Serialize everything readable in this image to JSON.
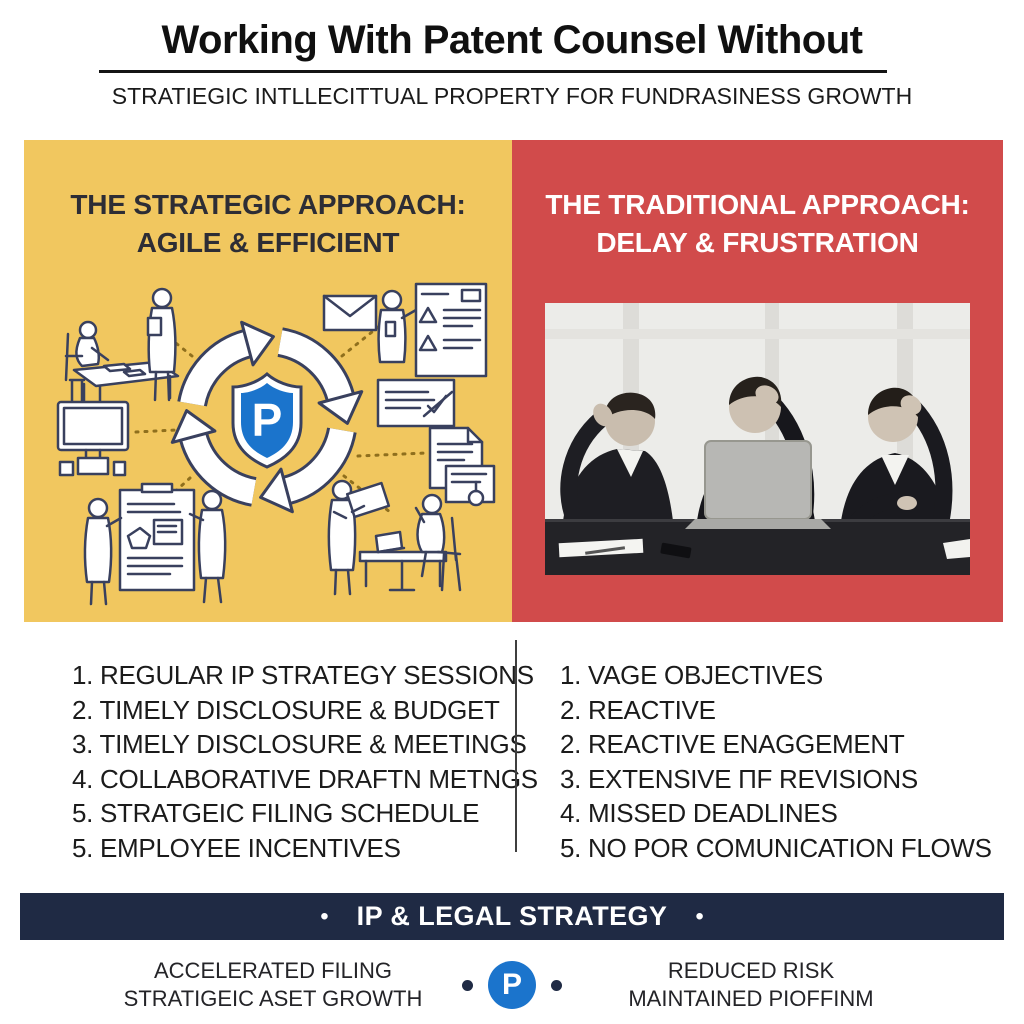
{
  "header": {
    "title": "Working With Patent Counsel Without",
    "subtitle": "STRATIEGIC INTLLECITTUAL PROPERTY FOR FUNDRASINESS GROWTH"
  },
  "left_panel": {
    "heading_line1": "THE STRATEGIC APPROACH:",
    "heading_line2": "AGILE & EFFICIENT",
    "shield_letter": "P"
  },
  "right_panel": {
    "heading_line1": "THE TRADITIONAL APPROACH:",
    "heading_line2": "DELAY & FRUSTRATION",
    "photo_description": "Three frustrated businessmen in dark suits holding their heads in front of a laptop"
  },
  "left_list": {
    "items": [
      "1. REGULAR IP STRATEGY SESSIONS",
      "2. TIMELY DISCLOSURE & BUDGET",
      "3. TIMELY DISCLOSURE & MEETINGS",
      "4. COLLABORATIVE DRAFTN METNGS",
      "5. STRATGEIC FILING SCHEDULE",
      "5. EMPLOYEE INCENTIVES"
    ]
  },
  "right_list": {
    "items": [
      "1. VAGE OBJECTIVES",
      "2. REACTIVE",
      "2. REACTIVE ENAGGEMENT",
      "3. EXTENSIVE ПF REVISIONS",
      "4. MISSED DEADLINES",
      "5. NO POR COMUNICATION FLOWS"
    ]
  },
  "banner": {
    "bullet_left": "•",
    "text": "IP & LEGAL STRATEGY",
    "bullet_right": "•"
  },
  "footer": {
    "left_line1": "ACCELERATED FILING",
    "left_line2": "STRATIGEIC ASET GROWTH",
    "badge_letter": "P",
    "right_line1": "REDUCED RISK",
    "right_line2": "MAINTAINED PIOFFINM"
  },
  "colors": {
    "panel_yellow": "#F1C75F",
    "panel_red": "#D14B4B",
    "banner_navy": "#1F2A44",
    "shield_blue": "#1B74CC"
  }
}
